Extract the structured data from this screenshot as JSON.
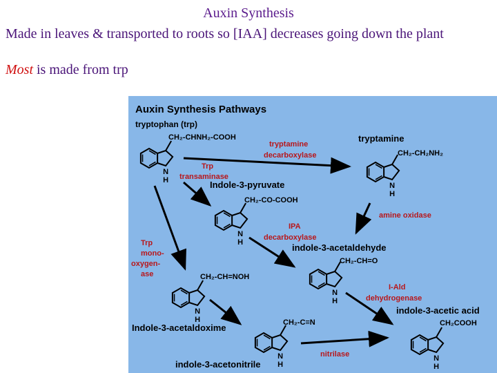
{
  "slide": {
    "title": "Auxin Synthesis",
    "bullet1": "Made in leaves & transported to roots so [IAA] decreases going down the plant",
    "bullet2_em": "Most",
    "bullet2_rest": " is made from trp"
  },
  "diagram": {
    "title": "Auxin Synthesis Pathways",
    "compounds": {
      "trp": "tryptophan (trp)",
      "trp_chain": "CH₂-CHNH₂-COOH",
      "tryptamine": "tryptamine",
      "tryptamine_chain": "CH₂-CH₂NH₂",
      "ipyr": "Indole-3-pyruvate",
      "ipyr_chain": "CH₂-CO-COOH",
      "iald": "indole-3-acetaldehyde",
      "iald_chain": "CH₂-CH=O",
      "iox": "Indole-3-acetaldoxime",
      "iox_chain": "CH₂-CH=NOH",
      "ian": "indole-3-acetonitrile",
      "ian_chain": "CH₂-C≡N",
      "iaa": "indole-3-acetic acid",
      "iaa_chain": "CH₂COOH"
    },
    "enzymes": {
      "tdc_1": "tryptamine",
      "tdc_2": "decarboxylase",
      "tra_1": "Trp",
      "tra_2": "transaminase",
      "ao": "amine oxidase",
      "ipa_1": "IPA",
      "ipa_2": "decarboxylase",
      "tmo_1": "Trp",
      "tmo_2": "mono-",
      "tmo_3": "oxygen-",
      "tmo_4": "ase",
      "ald_1": "I-Ald",
      "ald_2": "dehydrogenase",
      "nit": "nitrilase"
    },
    "ring_N": "N",
    "ring_H": "H",
    "colors": {
      "panel": "#88b7e8",
      "enzyme": "#b8171b"
    }
  }
}
